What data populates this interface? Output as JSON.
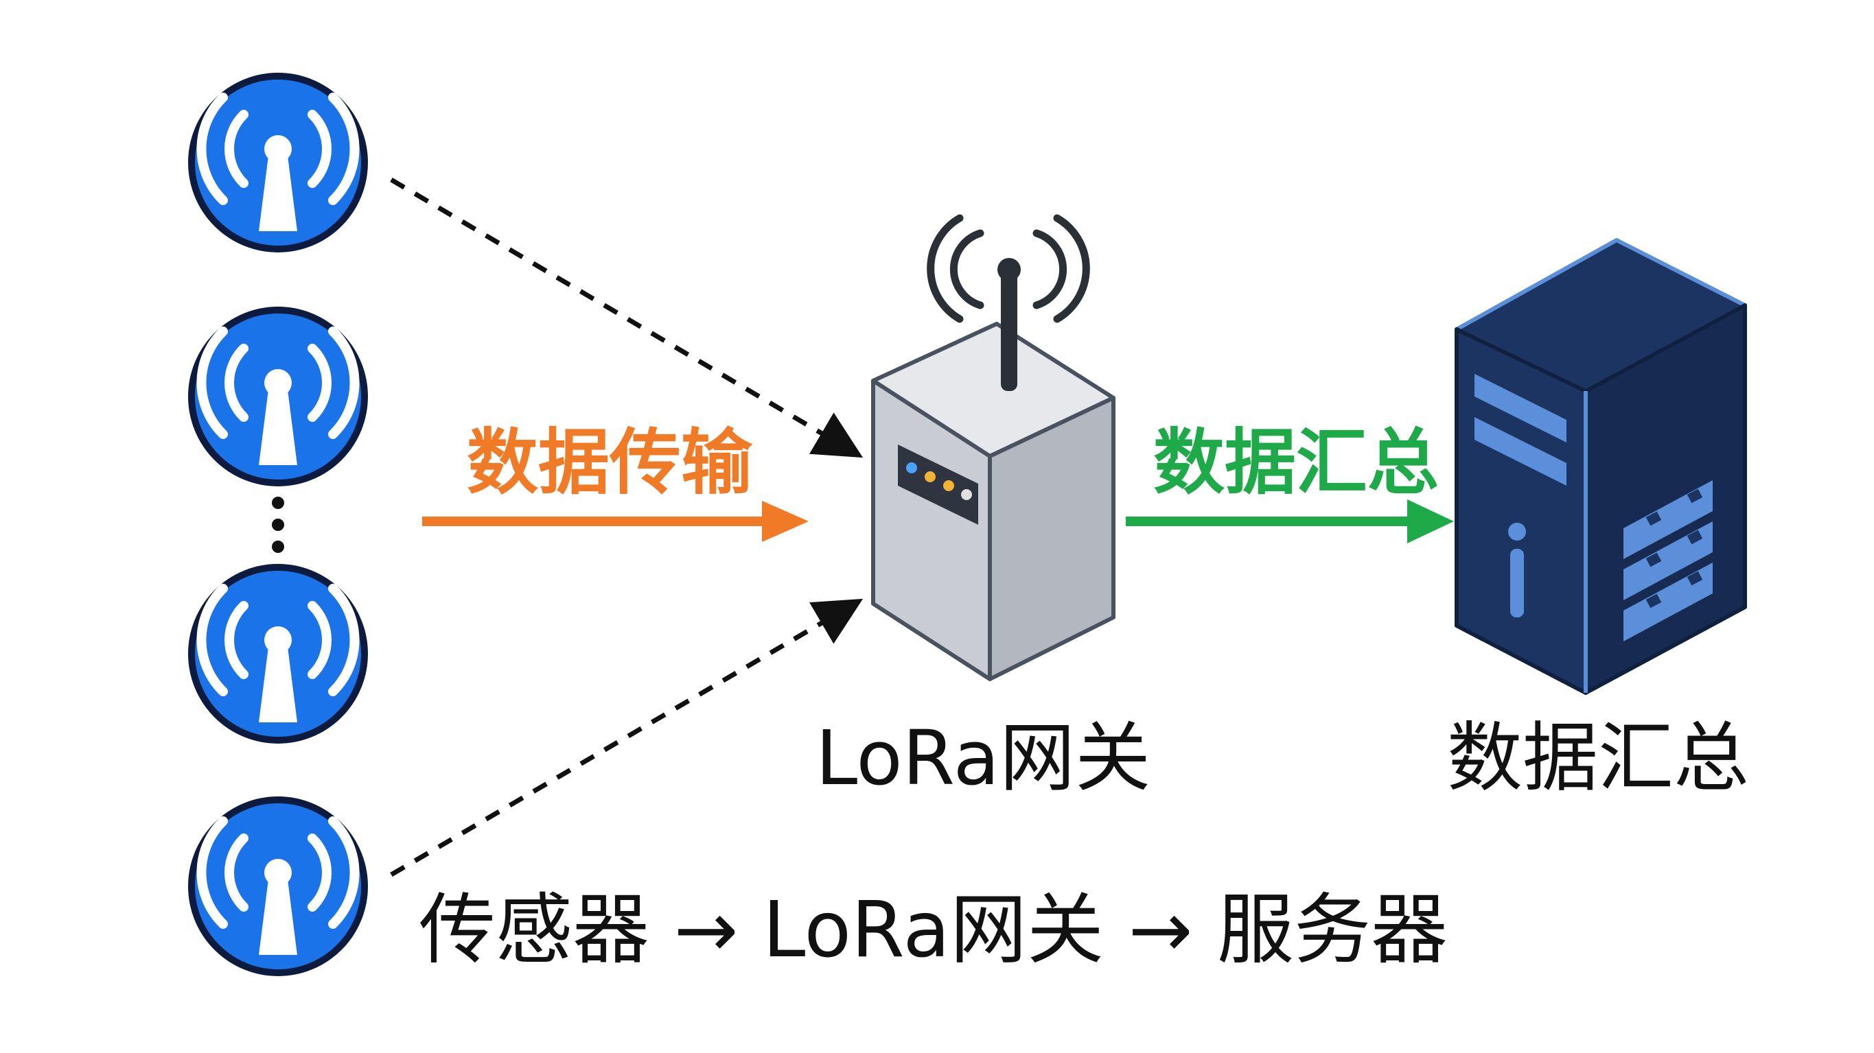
{
  "labels": {
    "transfer": "数据传输",
    "aggregation_arrow": "数据汇总",
    "gateway": "LoRa网关",
    "server": "数据汇总",
    "flow": "传感器 → LoRa网关 → 服务器"
  },
  "colors": {
    "sensor_fill": "#1a73e8",
    "sensor_ring": "#0d1b3e",
    "transfer_arrow": "#f07a26",
    "aggregation_arrow": "#1faa4a",
    "gateway_body": "#c9cdd3",
    "server_body": "#1c3462",
    "server_accent": "#5b8fd9"
  },
  "icons": {
    "sensor": "antenna-broadcast-icon",
    "gateway": "gateway-box-icon",
    "server": "server-tower-icon"
  }
}
